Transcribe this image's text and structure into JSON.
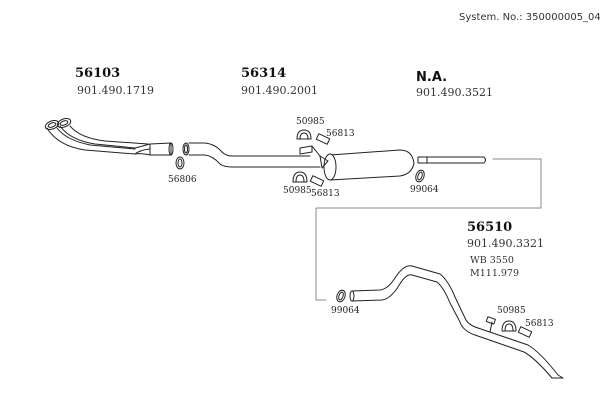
{
  "header": {
    "system_number": "System. No.: 350000005_04"
  },
  "groups": [
    {
      "part_number": "56103",
      "oem_number": "901.490.1719"
    },
    {
      "part_number": "56314",
      "oem_number": "901.490.2001"
    },
    {
      "part_number": "N.A.",
      "oem_number": "901.490.3521"
    },
    {
      "part_number": "56510",
      "oem_number": "901.490.3321",
      "notes": [
        "WB 3550",
        "M111.979"
      ]
    }
  ],
  "callouts": {
    "ring_56806": "56806",
    "hanger_top_50985": "50985",
    "bracket_top_56813": "56813",
    "hanger_bottom_50985": "50985",
    "bracket_bottom_56813": "56813",
    "clamp_mid_99064": "99064",
    "clamp_rear_99064": "99064",
    "hanger_rear_50985": "50985",
    "bracket_rear_56813": "56813"
  }
}
